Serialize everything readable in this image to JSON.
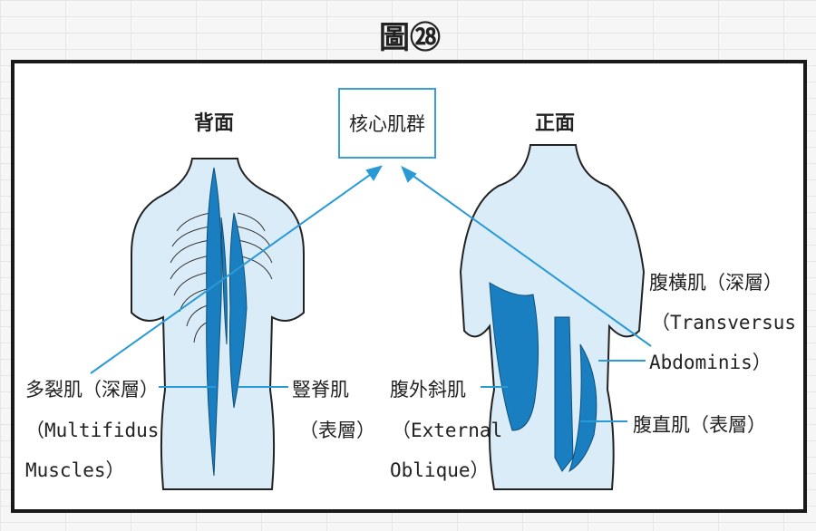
{
  "title": "圖㉘",
  "core_label": "核心肌群",
  "back": {
    "heading": "背面",
    "multifidus": {
      "zh": "多裂肌（深層）",
      "en1": "（Multifidus",
      "en2": "Muscles）"
    },
    "erector": {
      "zh": "豎脊肌",
      "layer": "（表層）"
    }
  },
  "front": {
    "heading": "正面",
    "transversus": {
      "zh": "腹橫肌（深層）",
      "en1": "（Transversus",
      "en2": "Abdominis）"
    },
    "oblique": {
      "zh": "腹外斜肌",
      "en1": "（External",
      "en2": "Oblique）"
    },
    "rectus": {
      "zh": "腹直肌（表層）"
    }
  },
  "colors": {
    "muscle": "#1a7fc0",
    "line": "#2a9ad6",
    "skin": "#d9ecf8"
  }
}
